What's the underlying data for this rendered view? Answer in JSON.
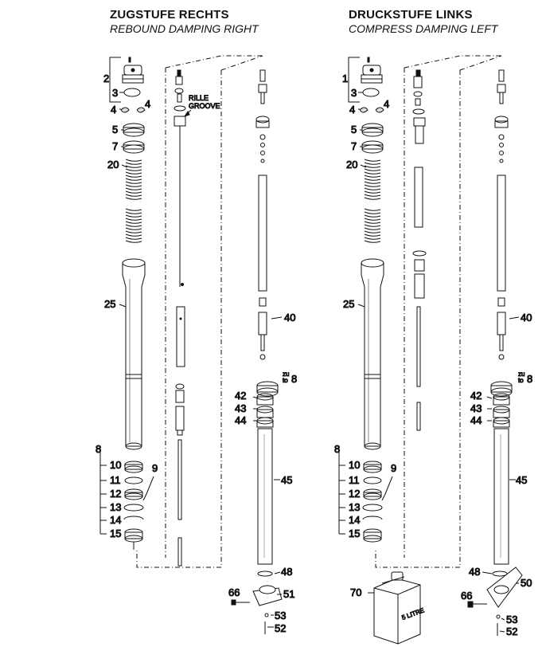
{
  "left": {
    "title": "ZUGSTUFE RECHTS",
    "subtitle": "REBOUND DAMPING RIGHT",
    "rille": "RILLE",
    "groove": "GROOVE",
    "zu": "zu",
    "to": "to",
    "labels": {
      "p2": "2",
      "p3": "3",
      "p4a": "4",
      "p4b": "4",
      "p5": "5",
      "p7": "7",
      "p20": "20",
      "p25": "25",
      "p8": "8",
      "p9": "9",
      "p10": "10",
      "p11": "11",
      "p12": "12",
      "p13": "13",
      "p14": "14",
      "p15": "15",
      "p40": "40",
      "p8to": "8",
      "p42": "42",
      "p43": "43",
      "p44": "44",
      "p45": "45",
      "p48": "48",
      "p51": "51",
      "p66": "66",
      "p53": "53",
      "p52": "52"
    }
  },
  "right": {
    "title": "DRUCKSTUFE LINKS",
    "subtitle": "COMPRESS DAMPING LEFT",
    "zu": "zu",
    "to": "to",
    "can_text": "5 LITRE",
    "labels": {
      "p1": "1",
      "p3": "3",
      "p4a": "4",
      "p4b": "4",
      "p5": "5",
      "p7": "7",
      "p20": "20",
      "p25": "25",
      "p8": "8",
      "p9": "9",
      "p10": "10",
      "p11": "11",
      "p12": "12",
      "p13": "13",
      "p14": "14",
      "p15": "15",
      "p40": "40",
      "p8to": "8",
      "p42": "42",
      "p43": "43",
      "p44": "44",
      "p45": "45",
      "p48": "48",
      "p50": "50",
      "p70": "70",
      "p66": "66",
      "p53": "53",
      "p52": "52"
    }
  }
}
